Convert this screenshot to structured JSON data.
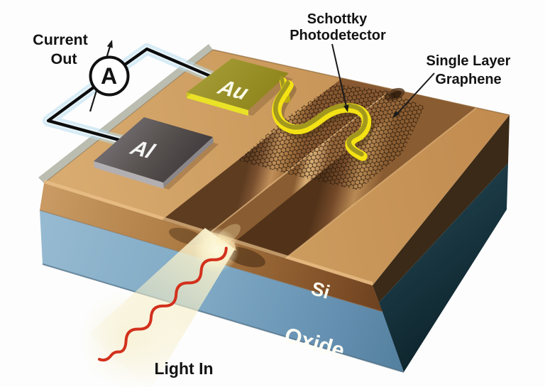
{
  "annotations": {
    "current_out": {
      "line1": "Current",
      "line2": "Out"
    },
    "schottky": {
      "line1": "Schottky",
      "line2": "Photodetector"
    },
    "graphene": {
      "line1": "Single Layer",
      "line2": "Graphene"
    },
    "light_in": "Light In"
  },
  "components": {
    "ammeter_label": "A",
    "gold_contact": "Au",
    "aluminum_contact": "Al",
    "silicon_layer": "Si",
    "oxide_layer": "Oxide"
  },
  "colors": {
    "substrate_tan": "#cb9a5d",
    "groove_shadow": "#6b4426",
    "silicon_face": "#a97740",
    "oxide_blue": "#7fa9c4",
    "side_teal": "#16323c",
    "gold_bright": "#f4e214",
    "gold_olive": "#9d9420",
    "aluminum_gray": "#57514f",
    "wire_black": "#0d0d0d",
    "wire_glow_blue": "#b7dcee",
    "light_wave_red": "#d2301c",
    "beam_glow": "#f8f1cd",
    "label_text": "#131313",
    "metal_label_text": "#fafafa"
  }
}
